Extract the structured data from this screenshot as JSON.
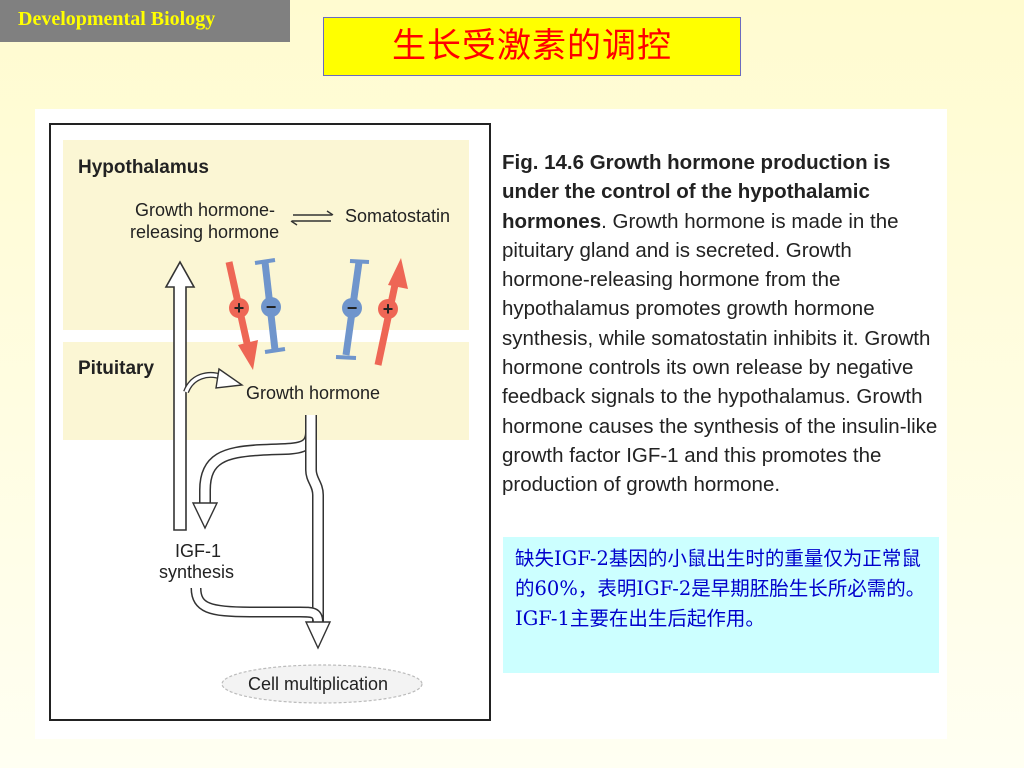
{
  "header": {
    "course_tag": "Developmental Biology",
    "slide_title": "生长受激素的调控"
  },
  "diagram": {
    "hypothalamus_label": "Hypothalamus",
    "ghrh_line1": "Growth hormone-",
    "ghrh_line2": "releasing hormone",
    "somatostatin_label": "Somatostatin",
    "pituitary_label": "Pituitary",
    "growth_hormone_label": "Growth hormone",
    "igf1_line1": "IGF-1",
    "igf1_line2": "synthesis",
    "cell_multiplication_label": "Cell multiplication",
    "plus_sign": "+",
    "minus_sign": "−"
  },
  "caption": {
    "bold_text": "Fig. 14.6  Growth hormone production is under the control of the hypothalamic hormones",
    "body_text": ". Growth hormone is made in the pituitary gland and is secreted. Growth hormone-releasing hormone from the hypothalamus promotes growth hormone synthesis, while somatostatin inhibits it. Growth hormone controls its own release by negative feedback signals to the hypothalamus. Growth hormone causes the synthesis of the insulin-like growth factor IGF-1 and this promotes the production of growth hormone."
  },
  "note": {
    "text": "缺失IGF-2基因的小鼠出生时的重量仅为正常鼠的60%，表明IGF-2是早期胚胎生长所必需的。IGF-1主要在出生后起作用。"
  },
  "colors": {
    "stimulate_red": "#ee6655",
    "inhibit_blue": "#6f95cc",
    "title_red": "#ff0000",
    "note_blue": "#0000cc"
  }
}
